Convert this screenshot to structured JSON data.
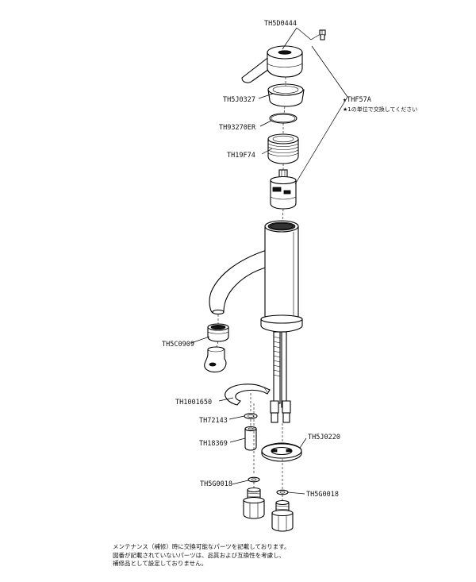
{
  "parts": {
    "handle": "TH5D0444",
    "cap_ring": "TH5J0327",
    "o_ring": "TH93270ER",
    "threaded_nut": "TH19F74",
    "cartridge": "★THF57A",
    "cartridge_note": "★1の単位で交換してください",
    "aerator": "TH5C0909",
    "spacer_clip": "TH1001650",
    "small_washer": "TH72143",
    "bolt_sleeve": "TH18369",
    "mounting_plate": "TH5J0220",
    "washer_left": "TH5G0018",
    "washer_right": "TH5G0018"
  },
  "footer": {
    "line1": "メンテナンス（補修）時に交換可能なパーツを記載しております。",
    "line2": "図番が記載されていないパーツは、品質および互換性を考慮し、",
    "line3": "補修品として設定しておりません。"
  }
}
